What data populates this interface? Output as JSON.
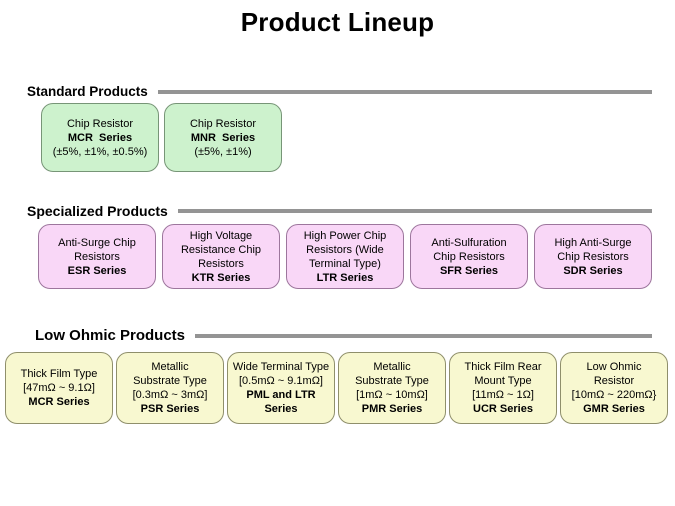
{
  "slide": {
    "title": "Product Lineup"
  },
  "colors": {
    "divider": "#949494",
    "standard_fill": "#cdf2cd",
    "standard_border": "#779577",
    "specialized_fill": "#f9d7f7",
    "specialized_border": "#9d769d",
    "low_ohmic_fill": "#f8f8d0",
    "low_ohmic_border": "#8f8f6b"
  },
  "sections": [
    {
      "heading": "Standard Products",
      "boxes": [
        {
          "top": "Chip Resistor",
          "series": "MCR  Series",
          "tolerance": "(±5%, ±1%, ±0.5%)"
        },
        {
          "top": "Chip Resistor",
          "series": "MNR  Series",
          "tolerance": "(±5%, ±1%)"
        }
      ]
    },
    {
      "heading": "Specialized Products",
      "boxes": [
        {
          "top": "Anti-Surge Chip\nResistors",
          "series": "ESR Series"
        },
        {
          "top": "High Voltage\nResistance Chip\nResistors",
          "series": "KTR Series"
        },
        {
          "top": "High Power Chip\nResistors (Wide\nTerminal Type)",
          "series": "LTR Series"
        },
        {
          "top": "Anti-Sulfuration\nChip Resistors",
          "series": "SFR Series"
        },
        {
          "top": "High Anti-Surge\nChip Resistors",
          "series": "SDR Series"
        }
      ]
    },
    {
      "heading": "Low Ohmic Products",
      "boxes": [
        {
          "top": "Thick Film Type\n[47mΩ ~ 9.1Ω]",
          "series": "MCR Series"
        },
        {
          "top": "Metallic\nSubstrate Type\n[0.3mΩ ~ 3mΩ]",
          "series": "PSR Series"
        },
        {
          "top": "Wide Terminal Type\n[0.5mΩ ~ 9.1mΩ]",
          "series": "PML and LTR\nSeries"
        },
        {
          "top": "Metallic\nSubstrate Type\n[1mΩ ~ 10mΩ]",
          "series": "PMR Series"
        },
        {
          "top": "Thick Film Rear\nMount Type\n[11mΩ ~ 1Ω]",
          "series": "UCR Series"
        },
        {
          "top": "Low Ohmic\nResistor\n[10mΩ ~ 220mΩ}",
          "series": "GMR Series"
        }
      ]
    }
  ]
}
